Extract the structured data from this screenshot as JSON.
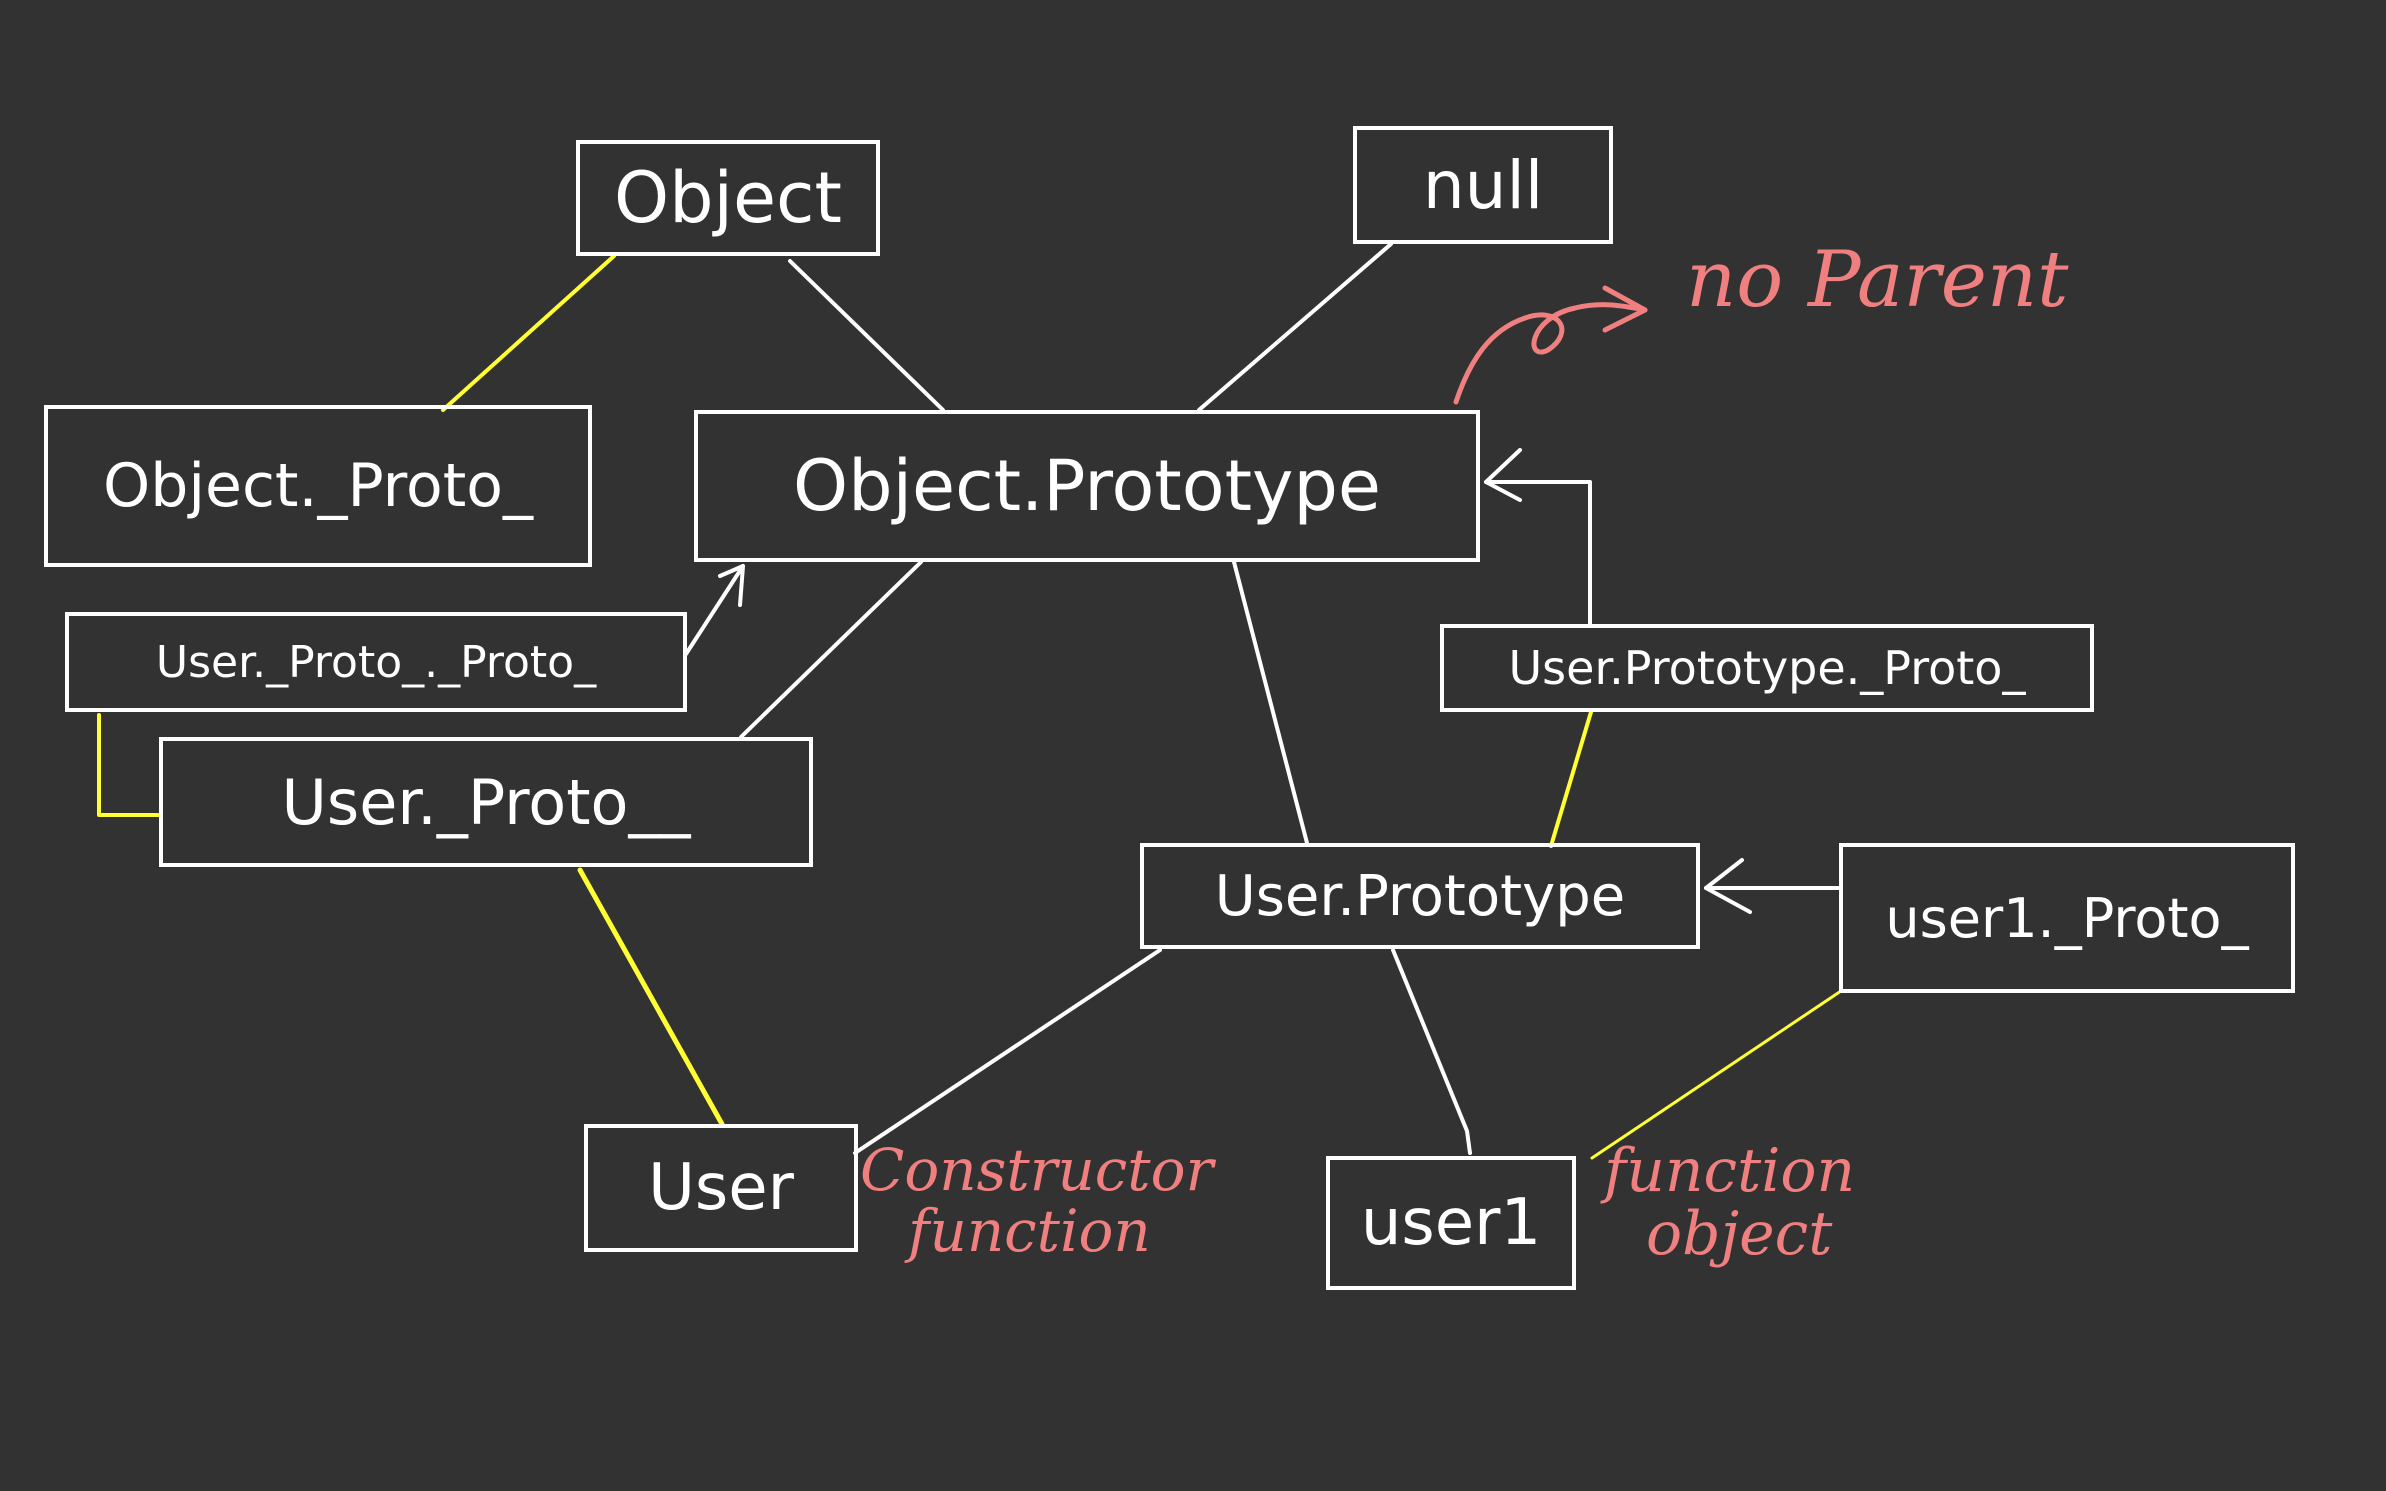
{
  "colors": {
    "background": "#323232",
    "box": "#ffffff",
    "link_white": "#ffffff",
    "link_yellow": "#ffff33",
    "annotation": "#f07f7f"
  },
  "nodes": {
    "object": "Object",
    "null": "null",
    "object_proto": "Object._Proto_",
    "object_prototype": "Object.Prototype",
    "user_proto_proto": "User._Proto_._Proto_",
    "user_proto": "User._Proto__",
    "user_prototype_proto": "User.Prototype._Proto_",
    "user_prototype": "User.Prototype",
    "user1_proto": "user1._Proto_",
    "user": "User",
    "user1": "user1"
  },
  "annotations": {
    "no_parent": "no Parent",
    "constructor_function_1": "Constructor",
    "constructor_function_2": "function",
    "function_object_1": "function",
    "function_object_2": "object"
  },
  "links": [
    {
      "from": "object",
      "to": "object_proto",
      "color": "yellow"
    },
    {
      "from": "object",
      "to": "object_prototype",
      "color": "white"
    },
    {
      "from": "null",
      "to": "object_prototype",
      "color": "white"
    },
    {
      "from": "object_prototype",
      "to": "user_proto",
      "color": "white"
    },
    {
      "from": "object_prototype",
      "to": "user_prototype",
      "color": "white"
    },
    {
      "from": "user_proto_proto",
      "to": "object_prototype",
      "color": "white",
      "arrow": true
    },
    {
      "from": "user_proto_proto",
      "to": "user_proto",
      "color": "yellow"
    },
    {
      "from": "user_proto",
      "to": "user",
      "color": "yellow"
    },
    {
      "from": "user_prototype_proto",
      "to": "object_prototype",
      "color": "white",
      "arrow": true
    },
    {
      "from": "user_prototype_proto",
      "to": "user_prototype",
      "color": "yellow"
    },
    {
      "from": "user1_proto",
      "to": "user_prototype",
      "color": "white",
      "arrow": true
    },
    {
      "from": "user_prototype",
      "to": "user",
      "color": "white"
    },
    {
      "from": "user_prototype",
      "to": "user1",
      "color": "white"
    },
    {
      "from": "user1_proto",
      "to": "user1",
      "color": "yellow"
    },
    {
      "from": "object_prototype",
      "to": "no_parent",
      "color": "annotation",
      "arrow": true
    }
  ]
}
